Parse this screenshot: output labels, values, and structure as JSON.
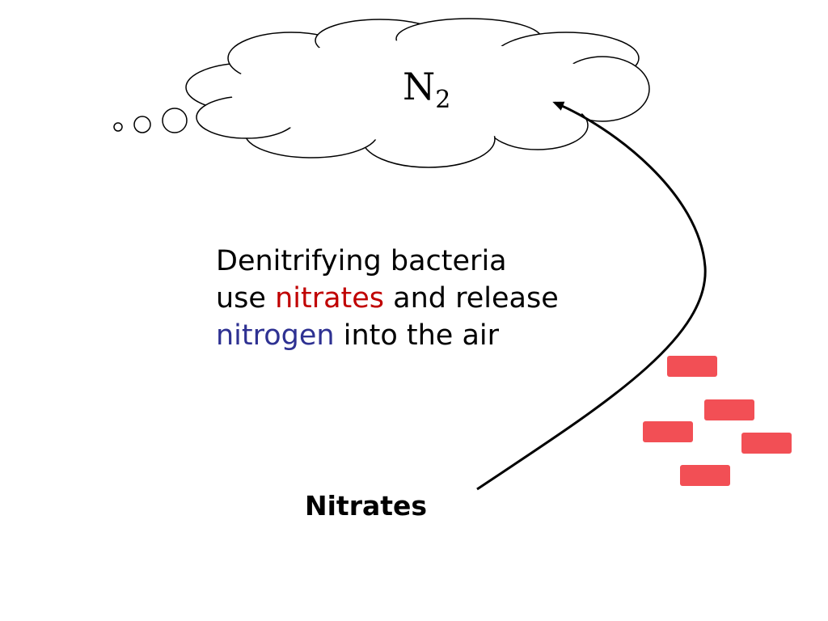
{
  "cloud": {
    "symbol": "N",
    "subscript": "2"
  },
  "caption": {
    "line1": "Denitrifying bacteria",
    "line2_prefix": "use ",
    "line2_highlight": "nitrates",
    "line2_suffix": " and release",
    "line3_highlight": "nitrogen",
    "line3_suffix": " into the air"
  },
  "source_label": "Nitrates",
  "colors": {
    "nitrates_word": "#c00000",
    "nitrogen_word": "#2e3192",
    "nitrate_blocks": "#f24f55",
    "outline": "#000000"
  }
}
